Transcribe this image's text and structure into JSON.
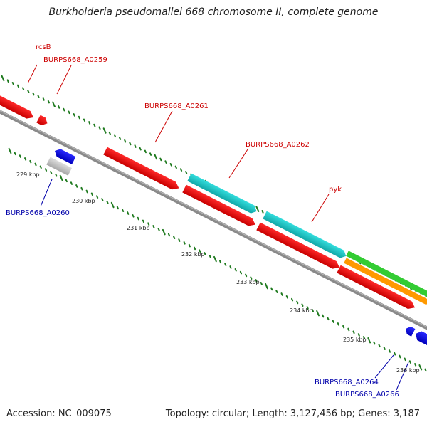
{
  "title": "Burkholderia pseudomallei 668 chromosome II, complete genome",
  "footer": {
    "accession": "Accession: NC_009075",
    "topology": "Topology: circular; Length: 3,127,456 bp; Genes: 3,187"
  },
  "colors": {
    "forward_label": "#cc0000",
    "reverse_label": "#0000aa",
    "cds": "#ff0000",
    "rna": "#20c8c8",
    "reverse_cds": "#0000ff",
    "other": "#c8c8c8",
    "orange_feature": "#ff9900",
    "green_feature": "#33cc33",
    "backbone": "#888888",
    "ticks": "#1f7a1f"
  },
  "ruler_labels": [
    "229 kbp",
    "230 kbp",
    "231 kbp",
    "232 kbp",
    "233 kbp",
    "234 kbp",
    "235 kbp",
    "236 kbp"
  ],
  "genes": {
    "rcsB": "rcsB",
    "a0259": "BURPS668_A0259",
    "a0260": "BURPS668_A0260",
    "a0261": "BURPS668_A0261",
    "a0262": "BURPS668_A0262",
    "pyk": "pyk",
    "a0264": "BURPS668_A0264",
    "a0266": "BURPS668_A0266"
  }
}
